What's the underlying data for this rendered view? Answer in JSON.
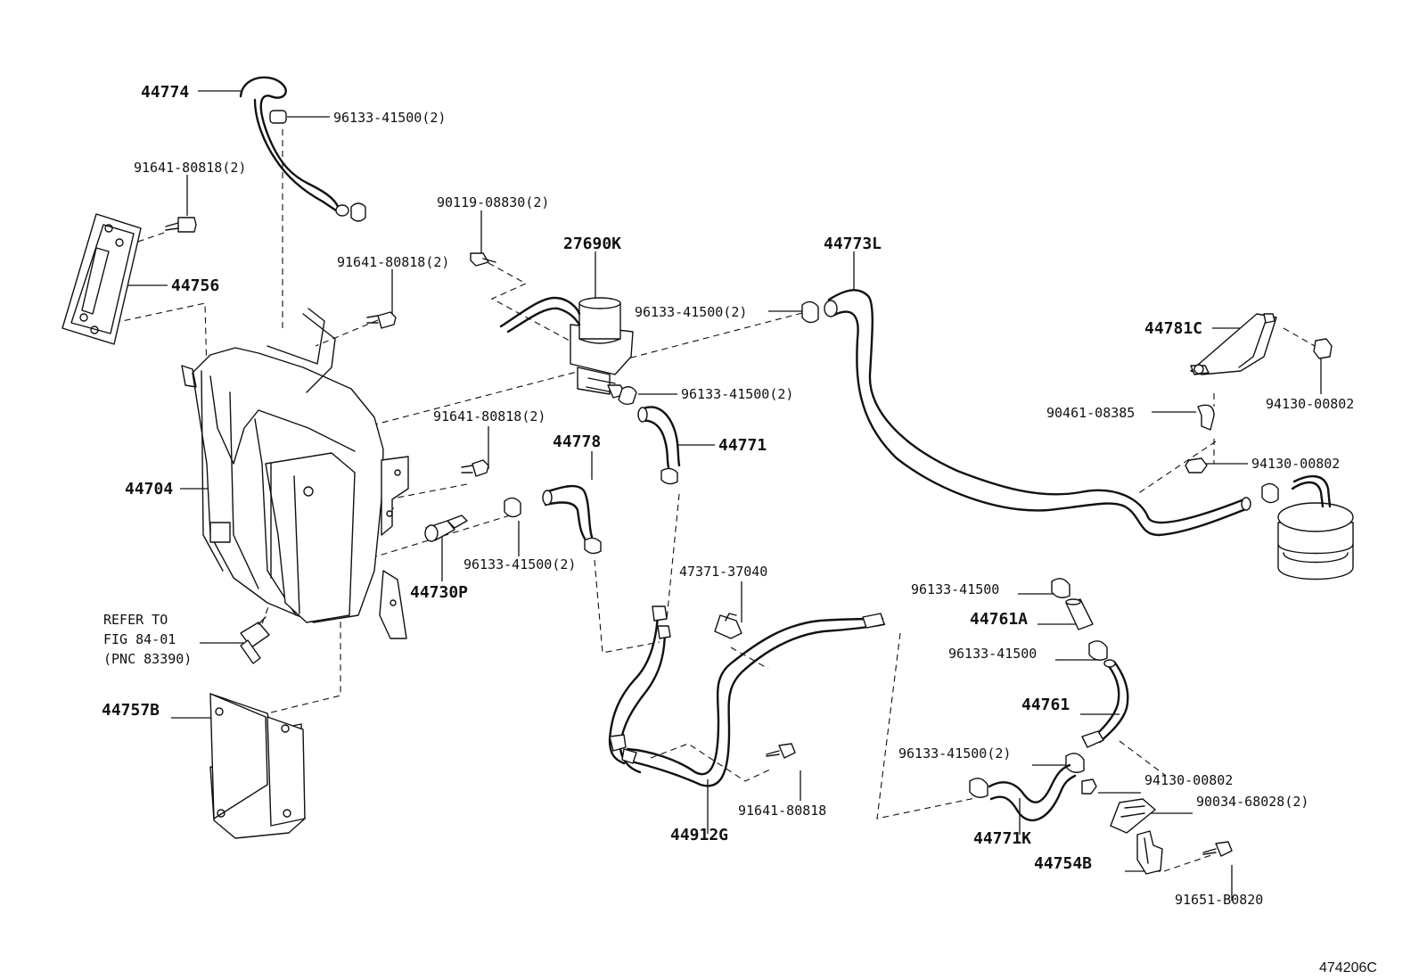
{
  "diagram_id": "474206C",
  "labels": {
    "p44774": "44774",
    "p96133_top": "96133-41500(2)",
    "p91641_a": "91641-80818(2)",
    "p44756": "44756",
    "p91641_b": "91641-80818(2)",
    "p90119": "90119-08830(2)",
    "p27690K": "27690K",
    "p44773L": "44773L",
    "p96133_mid": "96133-41500(2)",
    "p96133_valve": "96133-41500(2)",
    "p44781C": "44781C",
    "p94130_a": "94130-00802",
    "p90461": "90461-08385",
    "p94130_b": "94130-00802",
    "p44704": "44704",
    "p91641_c": "91641-80818(2)",
    "p44778": "44778",
    "p44771": "44771",
    "p96133_tank": "96133-41500(2)",
    "p44730P": "44730P",
    "p47371": "47371-37040",
    "p96133_r1": "96133-41500",
    "p44761A": "44761A",
    "p96133_r2": "96133-41500",
    "p44761": "44761",
    "p96133_r3": "96133-41500(2)",
    "p94130_c": "94130-00802",
    "p90034": "90034-68028(2)",
    "p44771K": "44771K",
    "p44754B": "44754B",
    "p91651": "91651-B0820",
    "p44757B": "44757B",
    "p44912G": "44912G",
    "p91641_d": "91641-80818",
    "refer_1": "REFER TO",
    "refer_2": "FIG 84-01",
    "refer_3": "(PNC 83390)"
  }
}
